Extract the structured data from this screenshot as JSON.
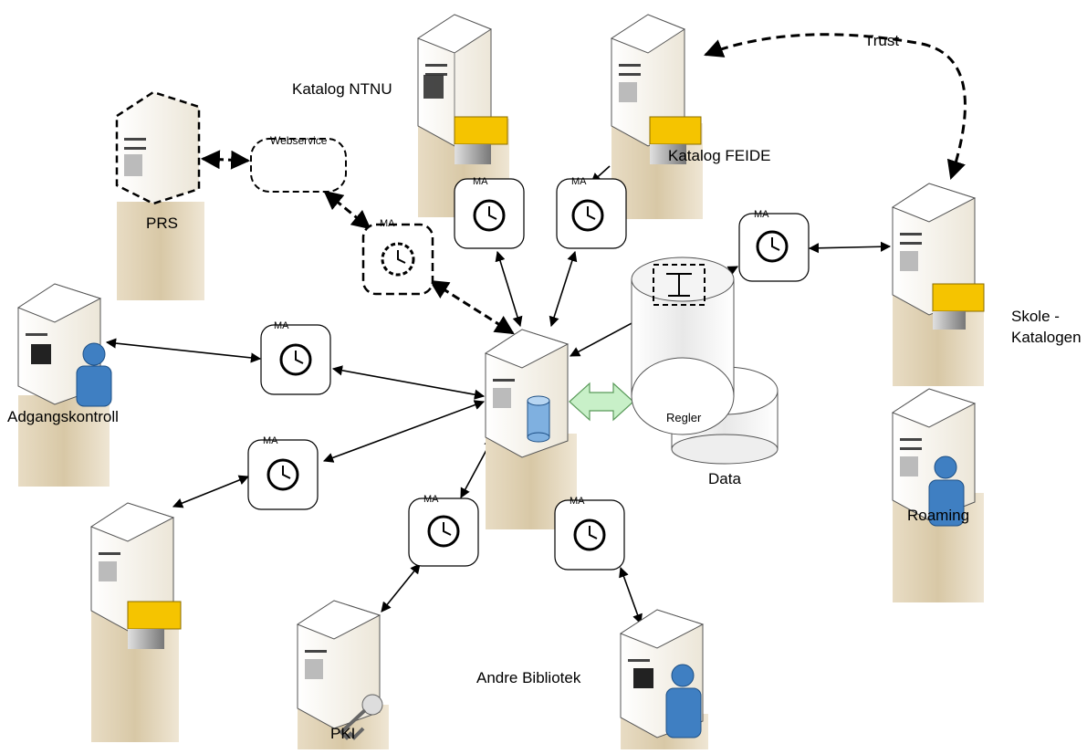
{
  "labels": {
    "katalog_ntnu": "Katalog NTNU",
    "katalog_feide": "Katalog  FEIDE",
    "trust": "Trust",
    "prs": "PRS",
    "webservice": "Webservice",
    "skole_line1": "Skole -",
    "skole_line2": "Katalogen",
    "adgangskontroll": "Adgangskontroll",
    "roaming": "Roaming",
    "regler": "Regler",
    "data": "Data",
    "andre_bibliotek": "Andre Bibliotek",
    "pki": "PKI",
    "ma": "MA"
  },
  "colors": {
    "server_body": "#ffffff",
    "server_base": "#ddd0b4",
    "folder": "#f5c400",
    "person": "#3f7fc2",
    "arrow_block": "#c8f0c8"
  }
}
